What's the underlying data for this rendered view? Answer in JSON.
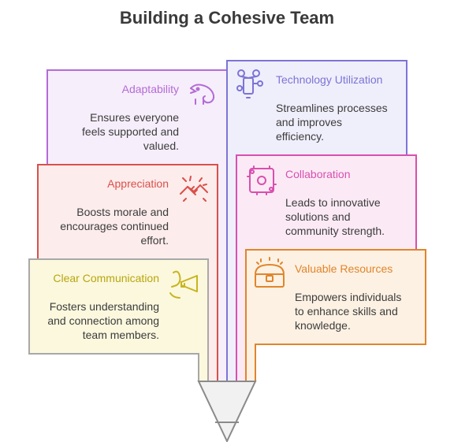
{
  "title": "Building a Cohesive Team",
  "colors": {
    "adaptability": "#b46bd6",
    "technology": "#7c74d6",
    "appreciation": "#d9504a",
    "collaboration": "#d94fb0",
    "communication": "#c8b41e",
    "resources": "#e0852b"
  },
  "cards": {
    "adaptability": {
      "label": "Adaptability",
      "lines": [
        "Ensures everyone",
        "feels supported and",
        "valued."
      ],
      "icon": "chameleon-icon"
    },
    "technology": {
      "label": "Technology Utilization",
      "lines": [
        "Streamlines processes",
        "and improves",
        "efficiency."
      ],
      "icon": "network-device-icon"
    },
    "appreciation": {
      "label": "Appreciation",
      "lines": [
        "Boosts morale and",
        "encourages continued",
        "effort."
      ],
      "icon": "handshake-icon"
    },
    "collaboration": {
      "label": "Collaboration",
      "lines": [
        "Leads to innovative",
        "solutions and",
        "community strength."
      ],
      "icon": "puzzle-people-icon"
    },
    "communication": {
      "label": "Clear Communication",
      "lines": [
        "Fosters understanding",
        "and connection among",
        "team members."
      ],
      "icon": "megaphone-icon"
    },
    "resources": {
      "label": "Valuable Resources",
      "lines": [
        "Empowers individuals",
        "to enhance skills and",
        "knowledge."
      ],
      "icon": "treasure-chest-icon"
    }
  }
}
